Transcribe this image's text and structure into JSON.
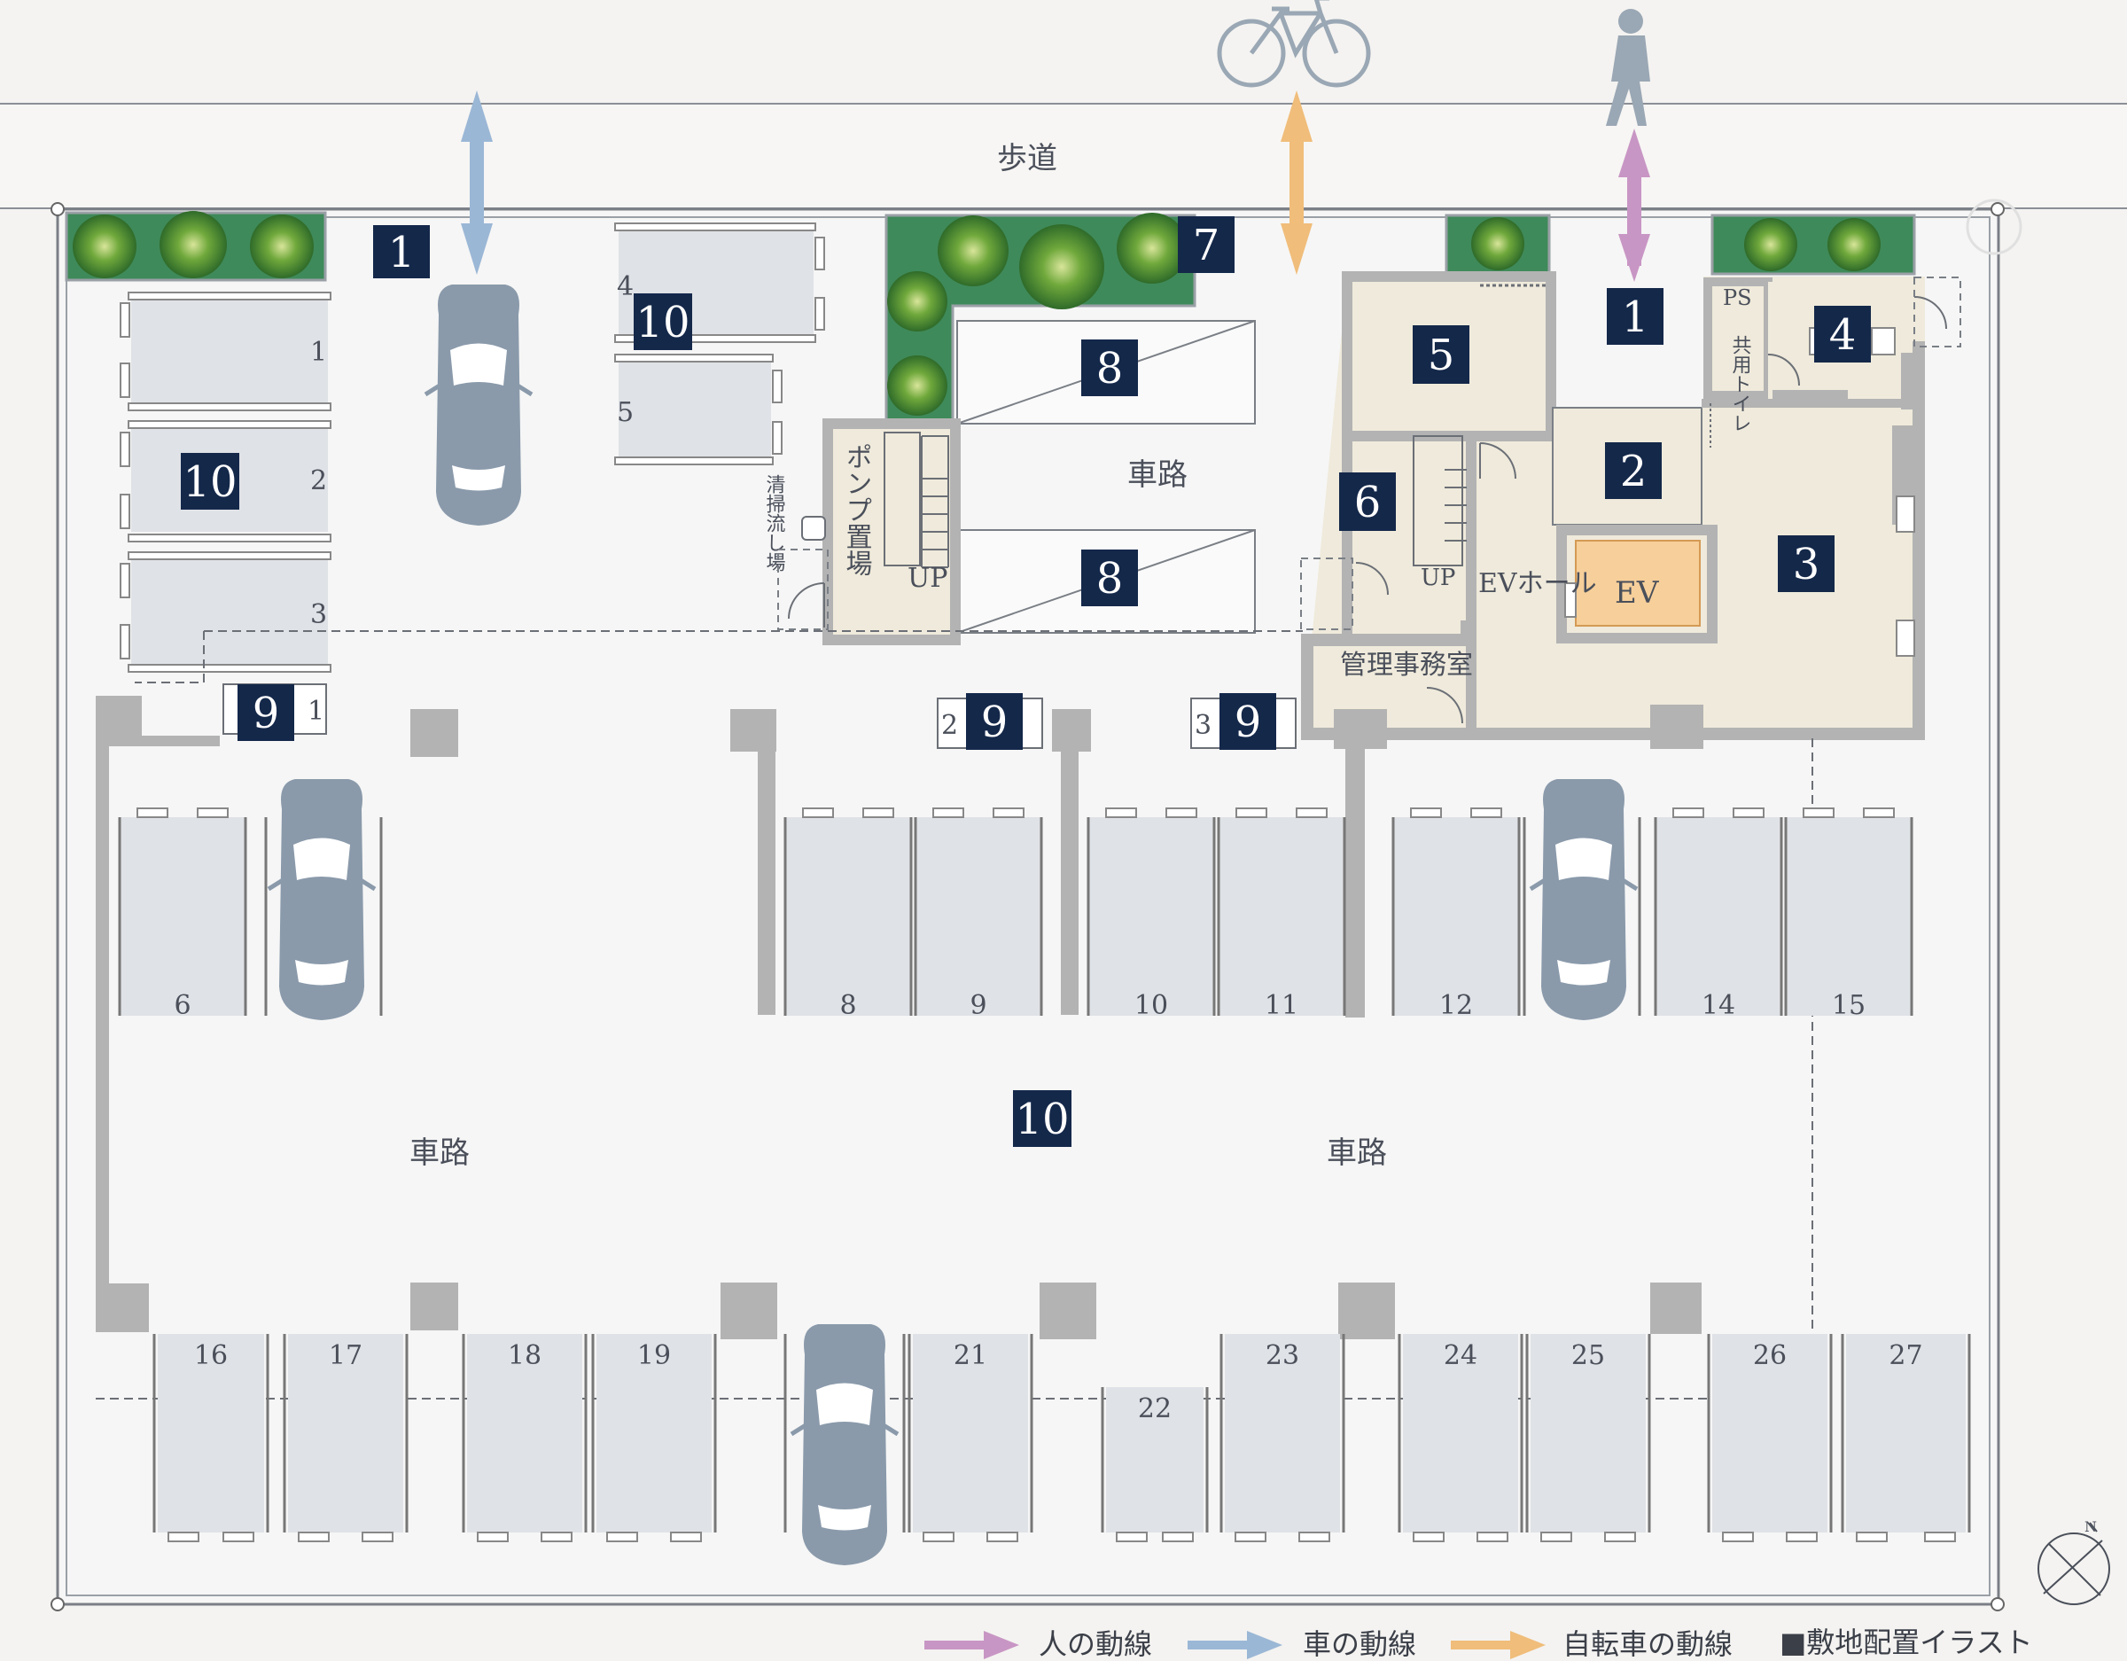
{
  "labels": {
    "sidewalk": "歩道",
    "road": "車路",
    "pump_room": "ポンプ置場",
    "cleaning_sink": "清掃流し場",
    "up": "UP",
    "ev_hall": "EVホール",
    "ev": "EV",
    "management_office": "管理事務室",
    "ps": "PS",
    "shared_toilet": "共用トイレ"
  },
  "badges": [
    "1",
    "1",
    "2",
    "3",
    "4",
    "5",
    "6",
    "7",
    "8",
    "8",
    "9",
    "9",
    "9",
    "10",
    "10",
    "10"
  ],
  "bike_slot_labels": [
    "1",
    "2",
    "3"
  ],
  "mini_car_slots": [
    "1",
    "2",
    "3",
    "4",
    "5"
  ],
  "parking_spaces_top": [
    "6",
    "8",
    "9",
    "10",
    "11",
    "12",
    "14",
    "15"
  ],
  "parking_spaces_bottom": [
    "16",
    "17",
    "18",
    "19",
    "21",
    "22",
    "23",
    "24",
    "25",
    "26",
    "27"
  ],
  "legend": {
    "person_flow": "人の動線",
    "car_flow": "車の動線",
    "bicycle_flow": "自転車の動線",
    "note": "■敷地配置イラスト"
  },
  "colors": {
    "person": "#c896c4",
    "car": "#9bb7d6",
    "bicycle": "#f0bd7a",
    "badge": "#14284a",
    "green": "#3f8a5a",
    "wall": "#b3b3b3",
    "ev": "#f7cf9a",
    "room": "#efeadb",
    "slot": "#dfe2e6",
    "car_fill": "#8a9aab"
  },
  "icons": [
    "bicycle-icon",
    "pedestrian-icon",
    "car-icon",
    "compass-icon",
    "arrow-icon",
    "plant-icon"
  ]
}
